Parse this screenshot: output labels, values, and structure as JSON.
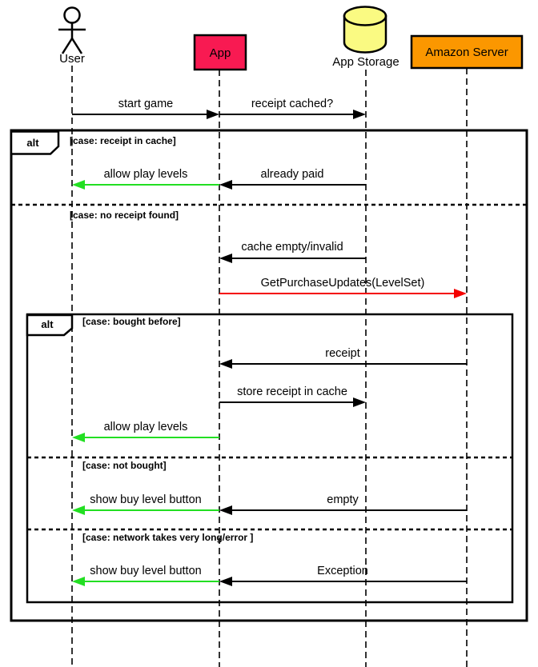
{
  "colors": {
    "app_box": "#F81A52",
    "storage_fill": "#FAFA82",
    "amazon_box": "#FB9700",
    "green": "#22DF22",
    "red": "#F40000",
    "black": "#000000"
  },
  "actors": {
    "user": {
      "label": "User"
    },
    "app": {
      "label": "App"
    },
    "storage": {
      "label": "App Storage"
    },
    "amazon": {
      "label": "Amazon Server"
    }
  },
  "frames": {
    "outer": {
      "operator": "alt",
      "operands": [
        "[case: receipt in cache]",
        "[case: no receipt found]"
      ]
    },
    "inner": {
      "operator": "alt",
      "operands": [
        "[case: bought before]",
        "[case: not bought]",
        "[case: network takes very long/error ]"
      ]
    }
  },
  "messages": [
    {
      "label": "start game",
      "from": "User",
      "to": "App",
      "color": "#000000"
    },
    {
      "label": "receipt cached?",
      "from": "App",
      "to": "App Storage",
      "color": "#000000"
    },
    {
      "label": "allow play levels",
      "from": "App",
      "to": "User",
      "color": "#22DF22"
    },
    {
      "label": "already paid",
      "from": "App Storage",
      "to": "App",
      "color": "#000000"
    },
    {
      "label": "cache empty/invalid",
      "from": "App Storage",
      "to": "App",
      "color": "#000000"
    },
    {
      "label": "GetPurchaseUpdates(LevelSet)",
      "from": "App",
      "to": "Amazon Server",
      "color": "#F40000"
    },
    {
      "label": "receipt",
      "from": "Amazon Server",
      "to": "App",
      "color": "#000000"
    },
    {
      "label": "store receipt in cache",
      "from": "App",
      "to": "App Storage",
      "color": "#000000"
    },
    {
      "label": "allow play levels",
      "from": "App",
      "to": "User",
      "color": "#22DF22"
    },
    {
      "label": "show buy level button",
      "from": "App",
      "to": "User",
      "color": "#22DF22"
    },
    {
      "label": "empty",
      "from": "Amazon Server",
      "to": "App",
      "color": "#000000"
    },
    {
      "label": "show buy level button",
      "from": "App",
      "to": "User",
      "color": "#22DF22"
    },
    {
      "label": "Exception",
      "from": "Amazon Server",
      "to": "App",
      "color": "#000000"
    }
  ]
}
